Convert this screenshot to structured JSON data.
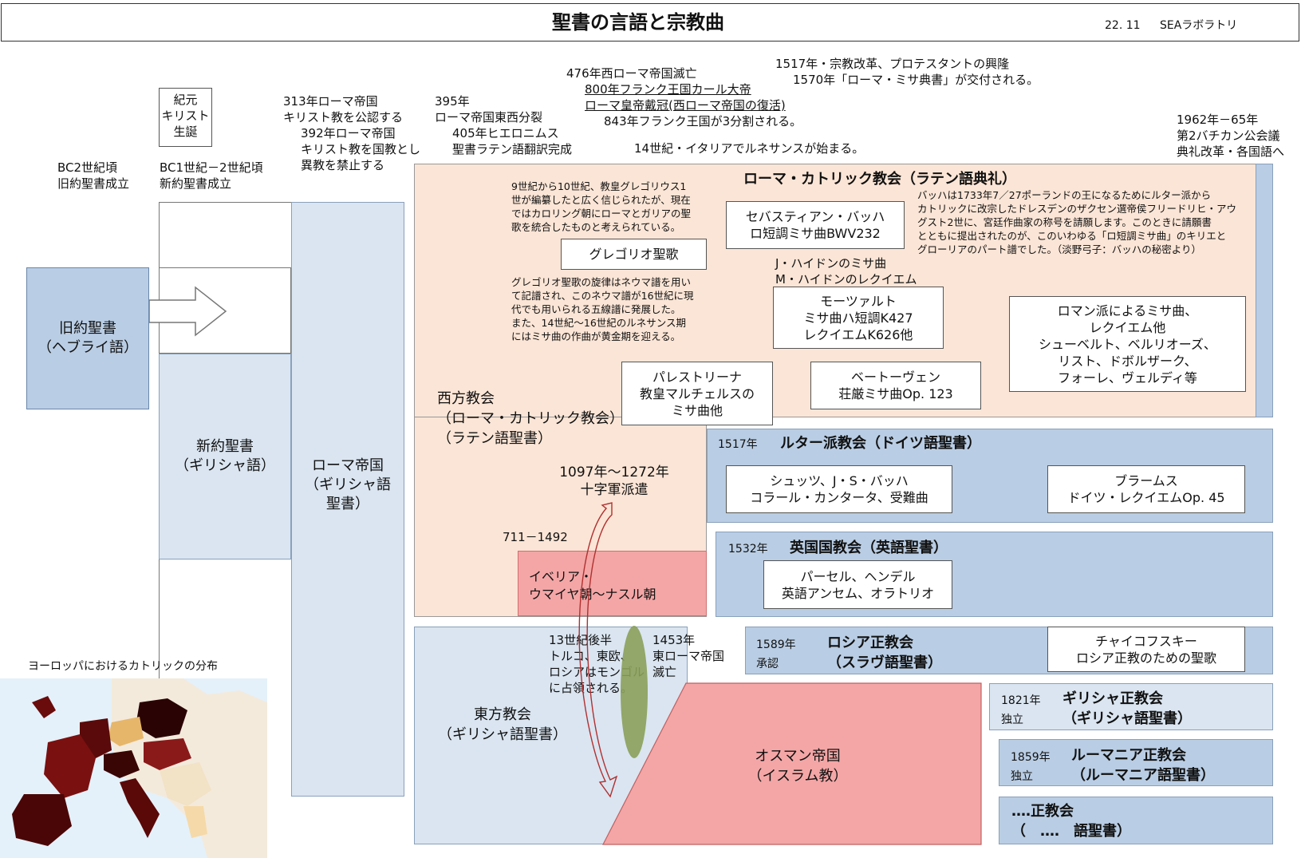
{
  "header": {
    "title": "聖書の言語と宗教曲",
    "date": "22. 11",
    "org": "SEAラボラトリ"
  },
  "timeline": {
    "bc2": "BC2世紀頃\n旧約聖書成立",
    "birth": "紀元\nキリスト\n生誕",
    "bc1": "BC1世紀－2世紀頃\n新約聖書成立",
    "t313": "313年ローマ帝国\nキリスト教を公認する",
    "t392": "392年ローマ帝国\nキリスト教を国教とし\n異教を禁止する",
    "t395": "395年\nローマ帝国東西分裂",
    "t405": "405年ヒエロニムス\n聖書ラテン語翻訳完成",
    "t476": "476年西ローマ帝国滅亡",
    "t800a": "800年フランク王国カール大帝",
    "t800b": "ローマ皇帝戴冠(西ローマ帝国の復活)",
    "t843": "843年フランク王国が3分割される。",
    "t14c": "14世紀・イタリアでルネサンスが始まる。",
    "t1517": "1517年・宗教改革、プロテスタントの興隆",
    "t1570": "1570年「ローマ・ミサ典書」が交付される。",
    "t1962": "1962年－65年\n第2バチカン公会議\n典礼改革・各国語へ"
  },
  "columns": {
    "ot": "旧約聖書\n（ヘブライ語）",
    "nt": "新約聖書\n（ギリシャ語）",
    "rome": "ローマ帝国\n（ギリシャ語\n聖書）"
  },
  "catholic": {
    "title": "ローマ・カトリック教会（ラテン語典礼）",
    "gregory_note": "9世紀から10世紀、教皇グレゴリウス1\n世が編纂したと広く信じられたが、現在\nではカロリング朝にローマとガリアの聖\n歌を統合したものと考えられている。",
    "gregorian": "グレゴリオ聖歌",
    "neuma_note": "グレゴリオ聖歌の旋律はネウマ譜を用い\nて記譜され、このネウマ譜が16世紀に現\n代でも用いられる五線譜に発展した。\nまた、14世紀～16世紀のルネサンス期\nにはミサ曲の作曲が黄金期を迎える。",
    "bach": "セバスティアン・バッハ\nロ短調ミサ曲BWV232",
    "bach_note": "バッハは1733年7／27ポーランドの王になるためにルター派から\nカトリックに改宗したドレスデンのザクセン選帝侯フリードリヒ・アウ\nグスト2世に、宮廷作曲家の称号を請願します。このときに請願書\nとともに提出されたのが、このいわゆる「ロ短調ミサ曲」のキリエと\nグローリアのパート譜でした。（淡野弓子：バッハの秘密より）",
    "haydn": "J・ハイドンのミサ曲\nM・ハイドンのレクイエム",
    "mozart": "モーツァルト\nミサ曲ハ短調K427\nレクイエムK626他",
    "romantic": "ロマン派によるミサ曲、\nレクイエム他\nシューベルト、ベルリオーズ、\nリスト、ドボルザーク、\nフォーレ、ヴェルディ等",
    "palestrina": "パレストリーナ\n教皇マルチェルスの\nミサ曲他",
    "beethoven": "ベートーヴェン\n荘厳ミサ曲Op. 123"
  },
  "western": {
    "label": "西方教会\n（ローマ・カトリック教会）\n（ラテン語聖書）",
    "crusade": "1097年～1272年\n十字軍派遣",
    "iberia_years": "711－1492",
    "iberia": "イベリア・\nウマイヤ朝～ナスル朝"
  },
  "lutheran": {
    "year": "1517年",
    "title": "ルター派教会（ドイツ語聖書）",
    "schutz": "シュッツ、J・S・バッハ\nコラール・カンタータ、受難曲",
    "brahms": "ブラームス\nドイツ・レクイエムOp. 45"
  },
  "anglican": {
    "year": "1532年",
    "title": "英国国教会（英語聖書）",
    "purcell": "パーセル、ヘンデル\n英語アンセム、オラトリオ"
  },
  "eastern": {
    "label": "東方教会\n（ギリシャ語聖書）",
    "mongol": "13世紀後半\nトルコ、東欧、\nロシアはモンゴル\nに占領される。",
    "fall": "1453年\n東ローマ帝国\n滅亡"
  },
  "russian": {
    "year": "1589年\n承認",
    "title": "ロシア正教会\n（スラヴ語聖書）",
    "tchaikovsky": "チャイコフスキー\nロシア正教のための聖歌"
  },
  "ottoman": {
    "label": "オスマン帝国\n（イスラム教）"
  },
  "greek": {
    "year": "1821年\n独立",
    "title": "ギリシャ正教会\n（ギリシャ語聖書）"
  },
  "romanian": {
    "year": "1859年\n独立",
    "title": "ルーマニア正教会\n（ルーマニア語聖書）"
  },
  "other": {
    "title": "‥‥正教会\n（　‥‥　語聖書）"
  },
  "map": {
    "caption": "ヨーロッパにおけるカトリックの分布"
  },
  "colors": {
    "blue": "#b9cde4",
    "lightblue": "#dae5f1",
    "peach": "#fbe5d6",
    "red": "#f4a6a6",
    "green": "#8aa05a"
  }
}
